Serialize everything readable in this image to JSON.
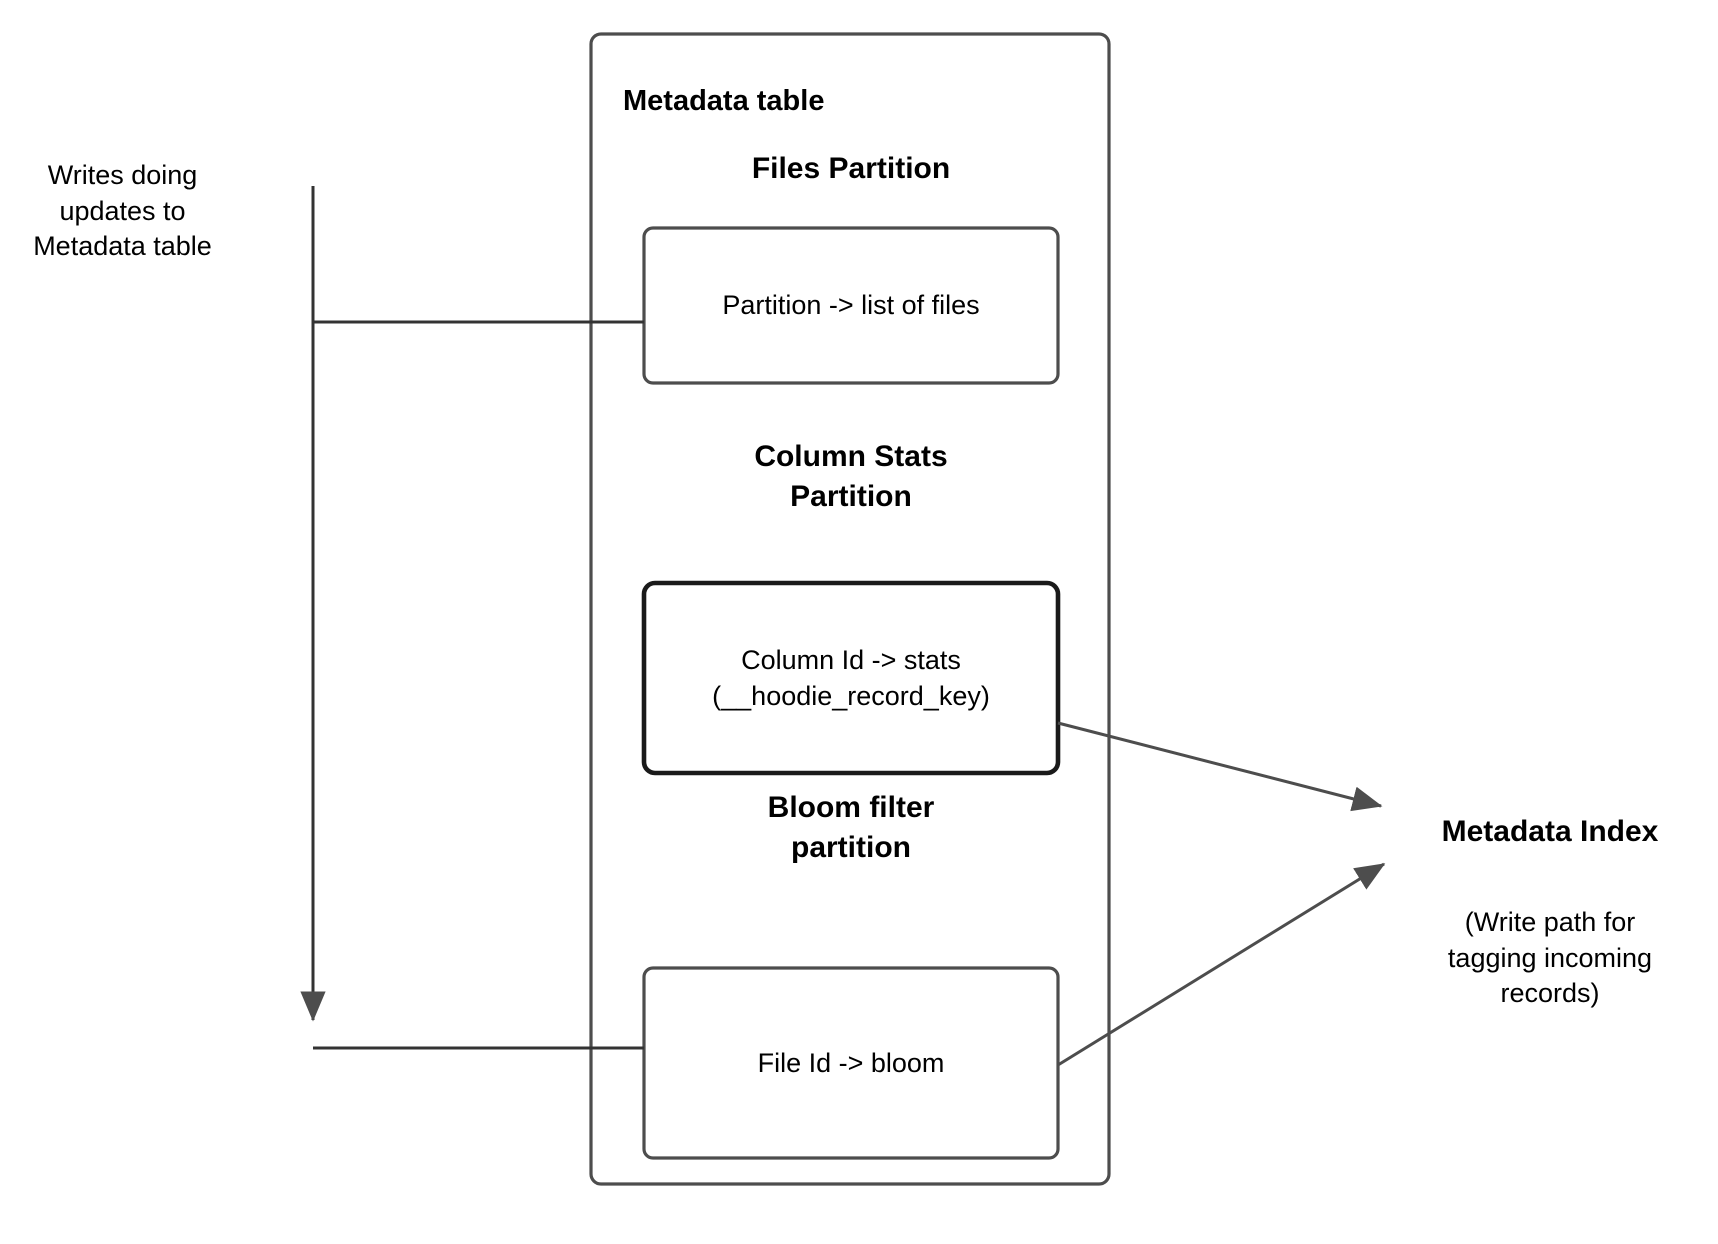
{
  "diagram": {
    "title": "Metadata table",
    "colors": {
      "stroke": "#4d4d4d",
      "stroke_strong": "#1a1a1a",
      "text": "#000000",
      "background": "#ffffff"
    },
    "left_note": "Writes doing\nupdates to\nMetadata table",
    "sections": [
      {
        "heading": "Files Partition",
        "box_text": "Partition -> list of files"
      },
      {
        "heading": "Column Stats\nPartition",
        "box_text": "Column Id  -> stats\n(__hoodie_record_key)"
      },
      {
        "heading": "Bloom filter\npartition",
        "box_text": "File Id -> bloom"
      }
    ],
    "right_label": {
      "title": "Metadata Index",
      "caption": "(Write path for\ntagging incoming\nrecords)"
    },
    "edges": [
      {
        "name": "writes-to-files-partition",
        "from": "writes-note",
        "to": "files-partition-box"
      },
      {
        "name": "writes-to-bloom-partition",
        "from": "writes-note",
        "to": "bloom-filter-box"
      },
      {
        "name": "column-stats-to-metadata-index",
        "from": "column-stats-box",
        "to": "metadata-index"
      },
      {
        "name": "bloom-filter-to-metadata-index",
        "from": "bloom-filter-box",
        "to": "metadata-index"
      }
    ]
  }
}
